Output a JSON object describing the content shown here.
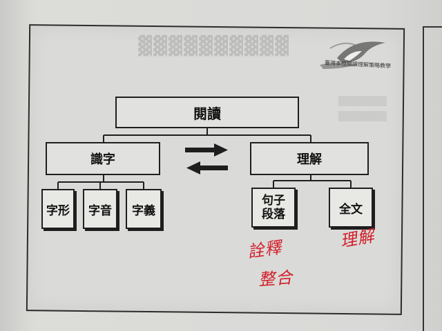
{
  "diagram": {
    "root": "閱讀",
    "left_branch": "識字",
    "right_branch": "理解",
    "left_children": [
      "字形",
      "字音",
      "字義"
    ],
    "right_children": [
      {
        "line1": "句子",
        "line2": "段落"
      },
      {
        "line1": "全文"
      }
    ]
  },
  "handwritten": {
    "under_sentence_1": "詮釋",
    "under_sentence_2": "整合",
    "under_fulltext": "理解"
  },
  "logo": {
    "text": "臺灣本位閱讀理解策略教學"
  },
  "colors": {
    "ink": "#1e1e1e",
    "annotation_red": "#d41e2a",
    "paper": "#dadbd8"
  }
}
